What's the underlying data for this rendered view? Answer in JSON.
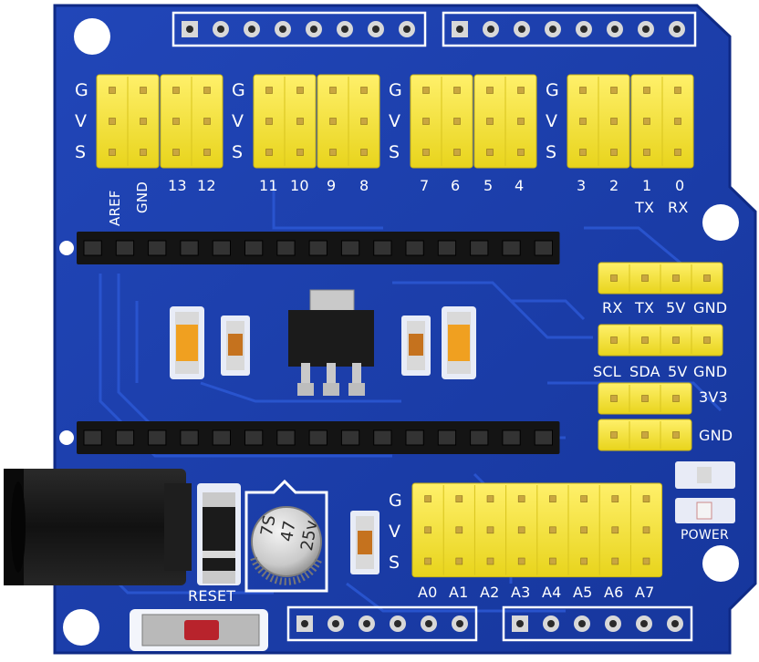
{
  "board": {
    "colors": {
      "pcb": "#1d3fb0",
      "pcb_dark": "#14309a",
      "trace": "#2a55d0",
      "header_yellow": "#f2e22a",
      "pin_gold": "#c9a640",
      "female_header": "#141414",
      "silkscreen": "#ffffff",
      "jack": "#1a1a1a"
    },
    "servo_rows": [
      "G",
      "V",
      "S"
    ],
    "digital_pins": [
      "AREF",
      "GND",
      "13",
      "12",
      "11",
      "10",
      "9",
      "8",
      "7",
      "6",
      "5",
      "4",
      "3",
      "2",
      "1",
      "0"
    ],
    "tx_label": "TX",
    "rx_label": "RX",
    "uart_header": [
      "RX",
      "TX",
      "5V",
      "GND"
    ],
    "i2c_header": [
      "SCL",
      "SDA",
      "5V",
      "GND"
    ],
    "v33_label": "3V3",
    "gnd_label": "GND",
    "analog_rows": [
      "G",
      "V",
      "S"
    ],
    "analog_pins": [
      "A0",
      "A1",
      "A2",
      "A3",
      "A4",
      "A5",
      "A6",
      "A7"
    ],
    "reset_label": "RESET",
    "power_label": "POWER",
    "capacitor": {
      "code": "7S",
      "value": "47",
      "voltage": "25v"
    }
  }
}
